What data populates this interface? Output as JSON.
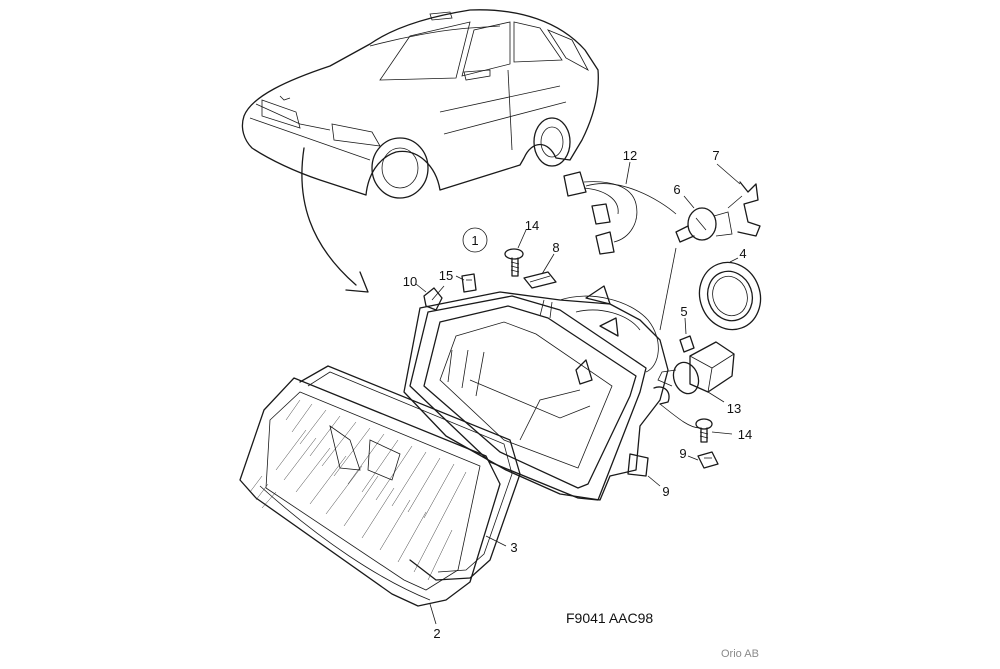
{
  "diagram": {
    "callouts": [
      "1",
      "2",
      "3",
      "4",
      "5",
      "6",
      "7",
      "8",
      "9",
      "9",
      "10",
      "12",
      "13",
      "14",
      "14",
      "15"
    ],
    "drawing_code": "F9041 AAC98",
    "credit": "Orio AB"
  }
}
